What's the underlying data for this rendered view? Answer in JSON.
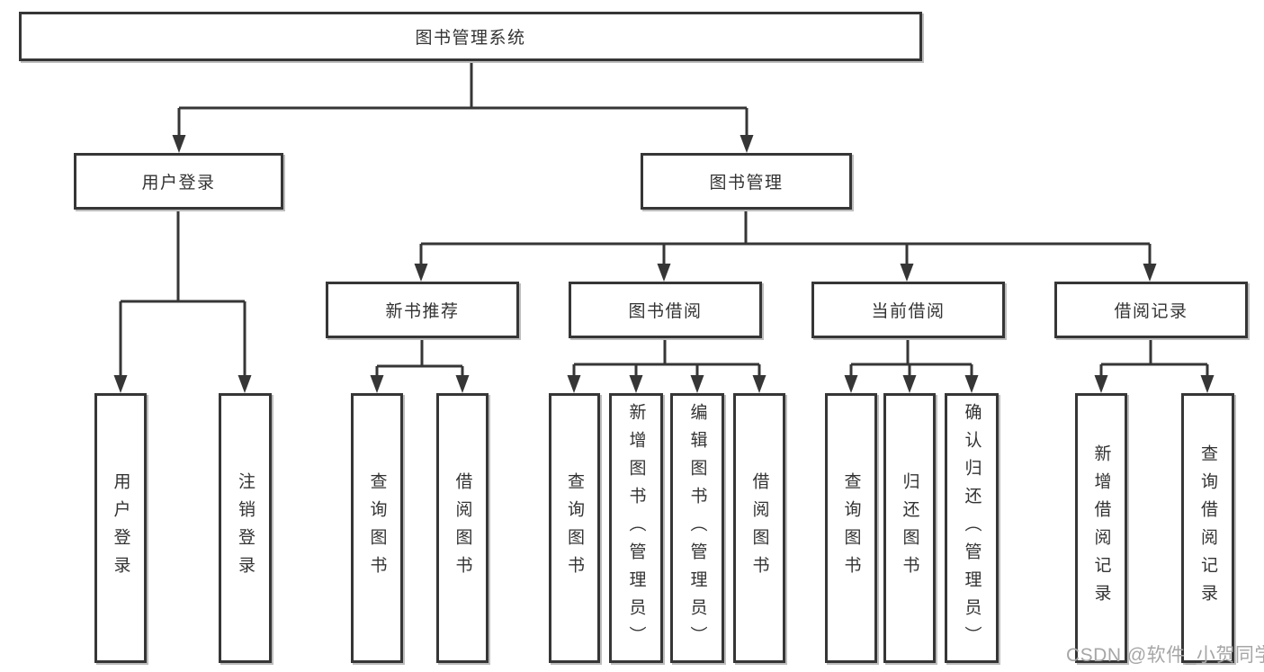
{
  "colors": {
    "line": "#363636",
    "text": "#333333",
    "watermark": "#a6a6a6",
    "background": "#ffffff"
  },
  "diagram": {
    "root": {
      "label": "图书管理系统"
    },
    "branches": [
      {
        "label": "用户登录",
        "children": [
          {
            "label": "用户登录"
          },
          {
            "label": "注销登录"
          }
        ]
      },
      {
        "label": "图书管理",
        "children": [
          {
            "label": "新书推荐",
            "children": [
              {
                "label": "查询图书"
              },
              {
                "label": "借阅图书"
              }
            ]
          },
          {
            "label": "图书借阅",
            "children": [
              {
                "label": "查询图书"
              },
              {
                "label": "新增图书（管理员）"
              },
              {
                "label": "编辑图书（管理员）"
              },
              {
                "label": "借阅图书"
              }
            ]
          },
          {
            "label": "当前借阅",
            "children": [
              {
                "label": "查询图书"
              },
              {
                "label": "归还图书"
              },
              {
                "label": "确认归还（管理员）"
              }
            ]
          },
          {
            "label": "借阅记录",
            "children": [
              {
                "label": "新增借阅记录"
              },
              {
                "label": "查询借阅记录"
              }
            ]
          }
        ]
      }
    ]
  },
  "watermark": {
    "text": "CSDN @软件_小贺同学"
  }
}
